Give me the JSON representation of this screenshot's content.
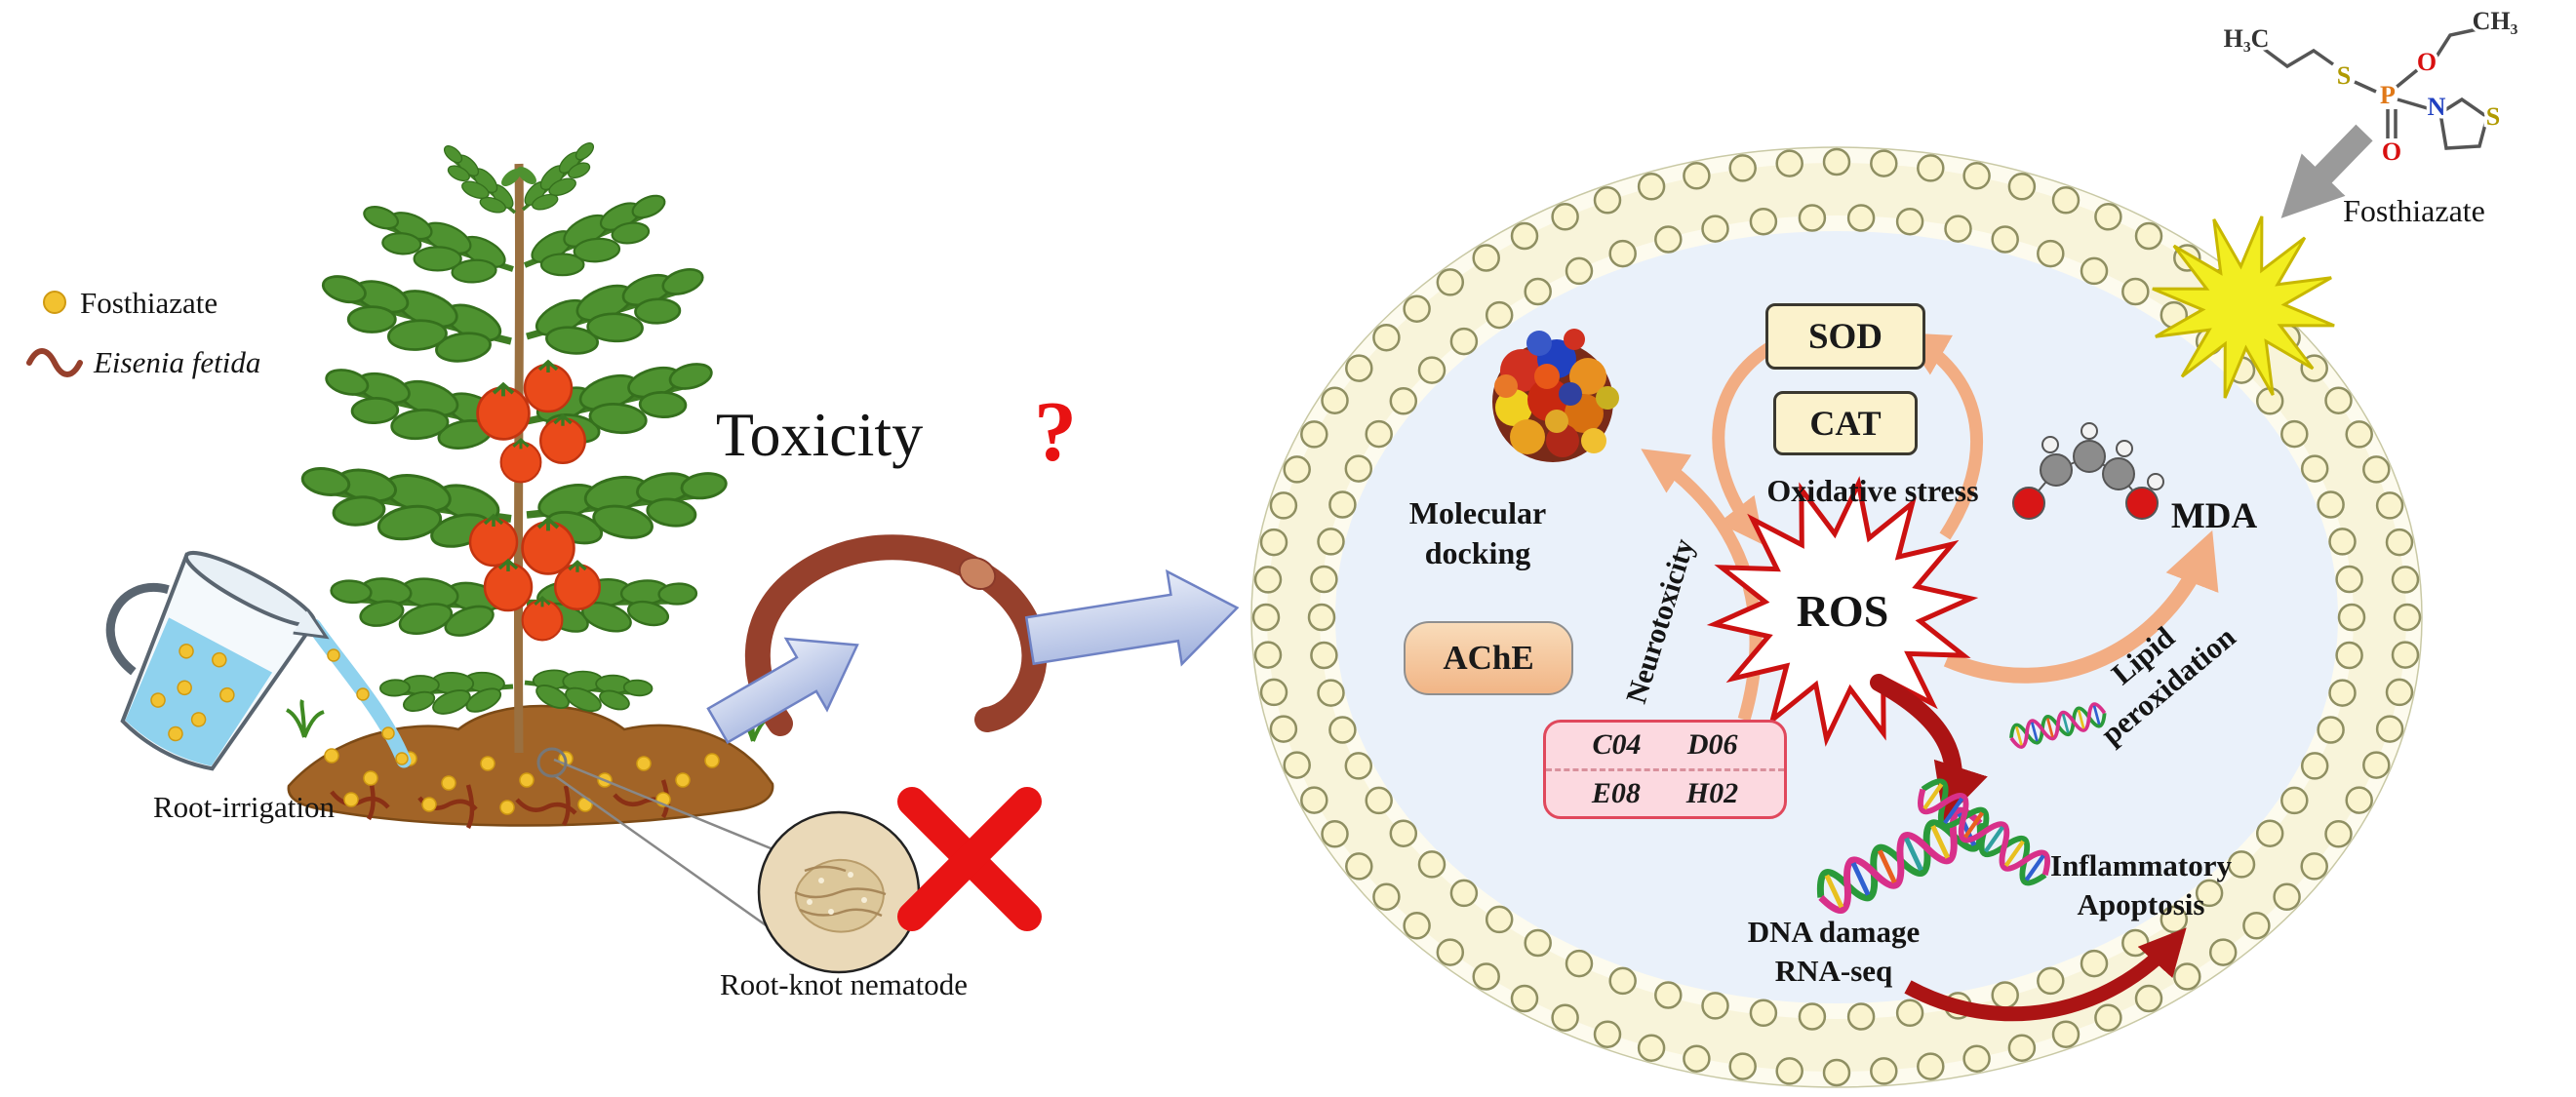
{
  "colors": {
    "accent_red": "#e81212",
    "peach_arrow": "#f2ad83",
    "dark_red_arrow": "#ab1414",
    "cell_fill": "#eaf1fa",
    "membrane_dot": "#faf4cf",
    "blue_arrow": "#9fb0dd",
    "tomato_red": "#ea4a1a",
    "soil_brown": "#a26427",
    "fosthiazate_dot": "#f2c230"
  },
  "legend": {
    "fosthiazate_label": "Fosthiazate",
    "eisenia_label": "Eisenia fetida"
  },
  "left_panel": {
    "toxicity_label": "Toxicity",
    "question_mark": "?",
    "root_irrigation_label": "Root-irrigation",
    "root_knot_label": "Root-knot nematode"
  },
  "cell_panel": {
    "sod": "SOD",
    "cat": "CAT",
    "oxidative_stress": "Oxidative stress",
    "ros": "ROS",
    "molecular_docking_line1": "Molecular",
    "molecular_docking_line2": "docking",
    "neurotoxicity": "Neurotoxicity",
    "ache": "AChE",
    "wells": [
      "C04",
      "D06",
      "E08",
      "H02"
    ],
    "mda": "MDA",
    "lipid_line1": "Lipid",
    "lipid_line2": "peroxidation",
    "dna_line1": "DNA damage",
    "dna_line2": "RNA-seq",
    "inflammatory_line1": "Inflammatory",
    "inflammatory_line2": "Apoptosis"
  },
  "top_right": {
    "fosthiazate_label": "Fosthiazate",
    "atoms": {
      "p": "P",
      "o": "O",
      "s": "S",
      "n": "N",
      "h3c": "H₃C",
      "ch3": "CH₃"
    }
  }
}
